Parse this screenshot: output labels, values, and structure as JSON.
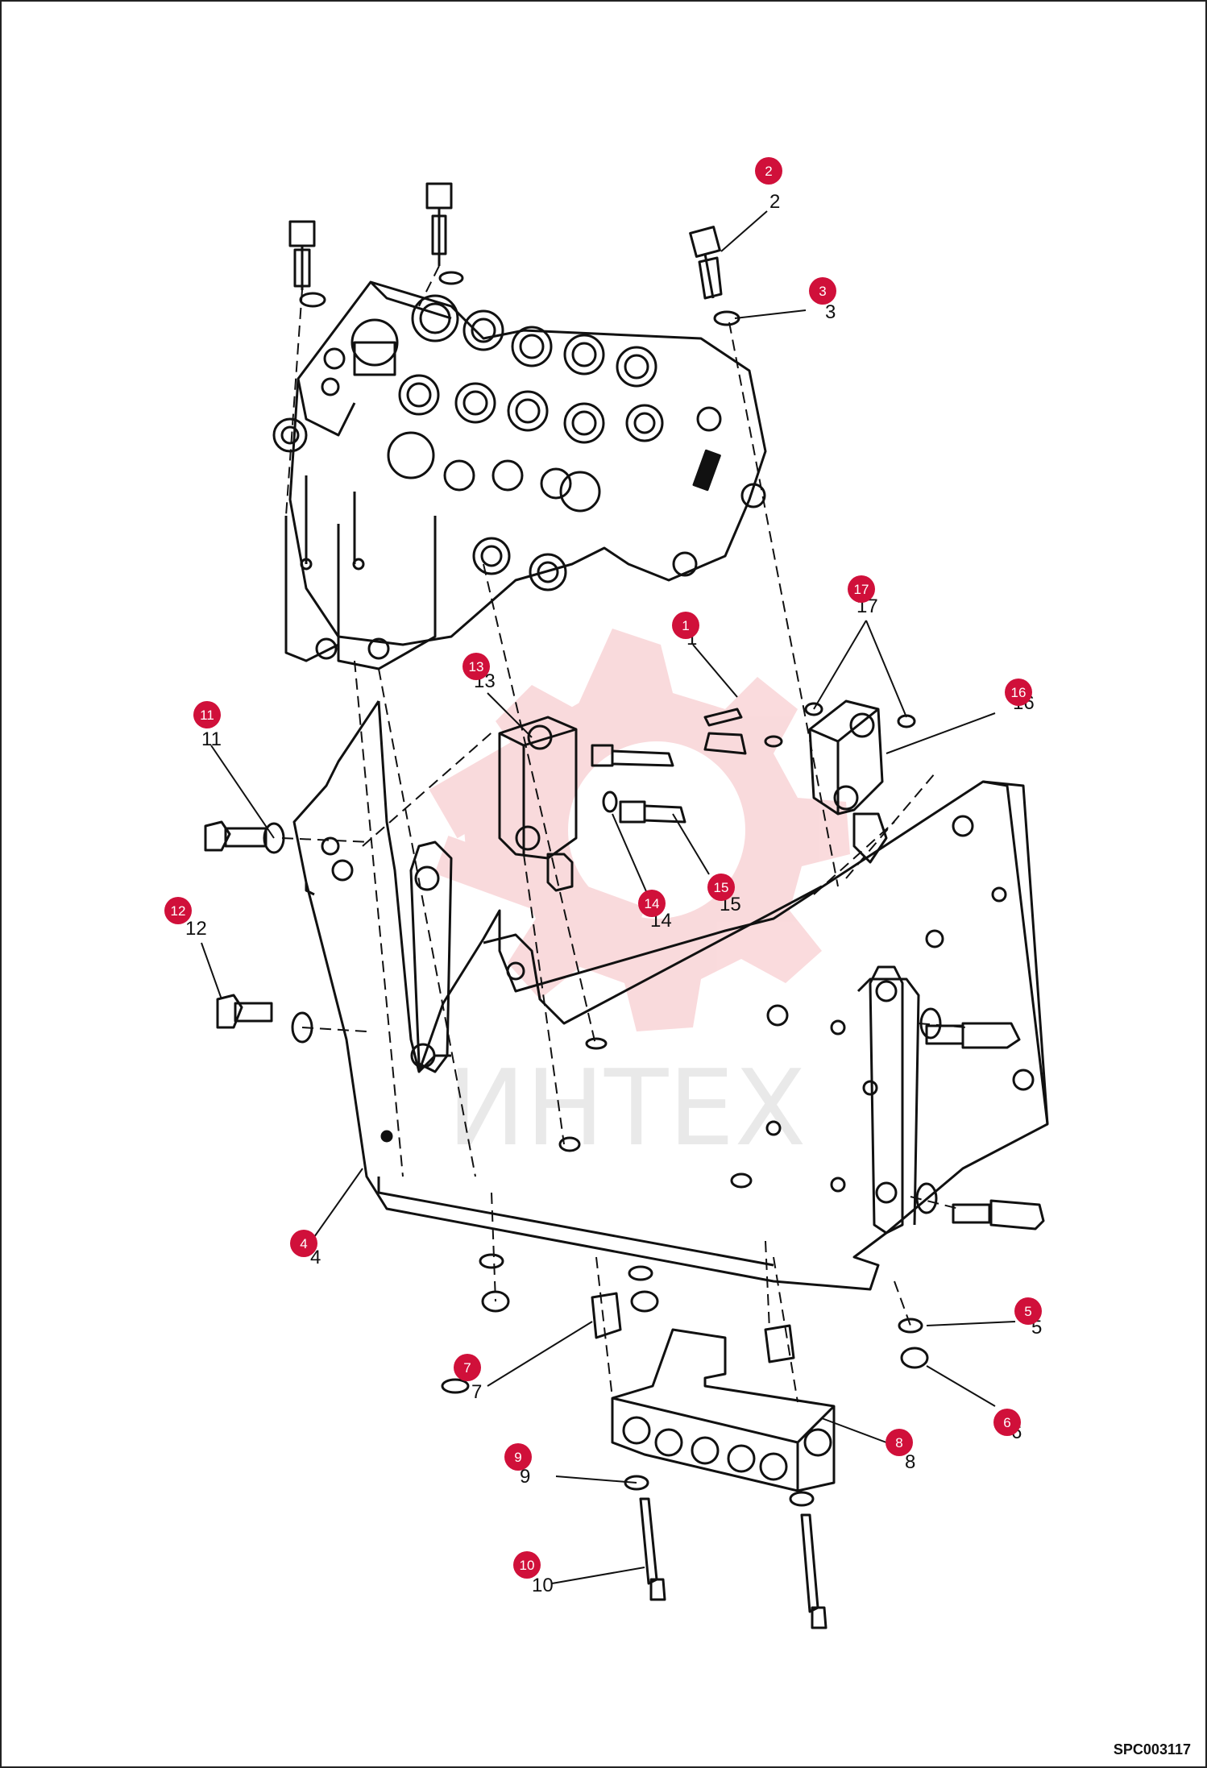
{
  "watermark": {
    "text": "ИНТЕХ",
    "color": "#e23a44"
  },
  "diagram_code": "SPC003117",
  "colors": {
    "callout": "#d0103a",
    "line": "#111111"
  },
  "callouts": [
    {
      "id": "1",
      "label": "1"
    },
    {
      "id": "2",
      "label": "2"
    },
    {
      "id": "3",
      "label": "3"
    },
    {
      "id": "4",
      "label": "4"
    },
    {
      "id": "5",
      "label": "5"
    },
    {
      "id": "6",
      "label": "6"
    },
    {
      "id": "7",
      "label": "7"
    },
    {
      "id": "8",
      "label": "8"
    },
    {
      "id": "9",
      "label": "9"
    },
    {
      "id": "10",
      "label": "10"
    },
    {
      "id": "11",
      "label": "11"
    },
    {
      "id": "12",
      "label": "12"
    },
    {
      "id": "13",
      "label": "13"
    },
    {
      "id": "14",
      "label": "14"
    },
    {
      "id": "15",
      "label": "15"
    },
    {
      "id": "16",
      "label": "16"
    },
    {
      "id": "17",
      "label": "17"
    }
  ]
}
